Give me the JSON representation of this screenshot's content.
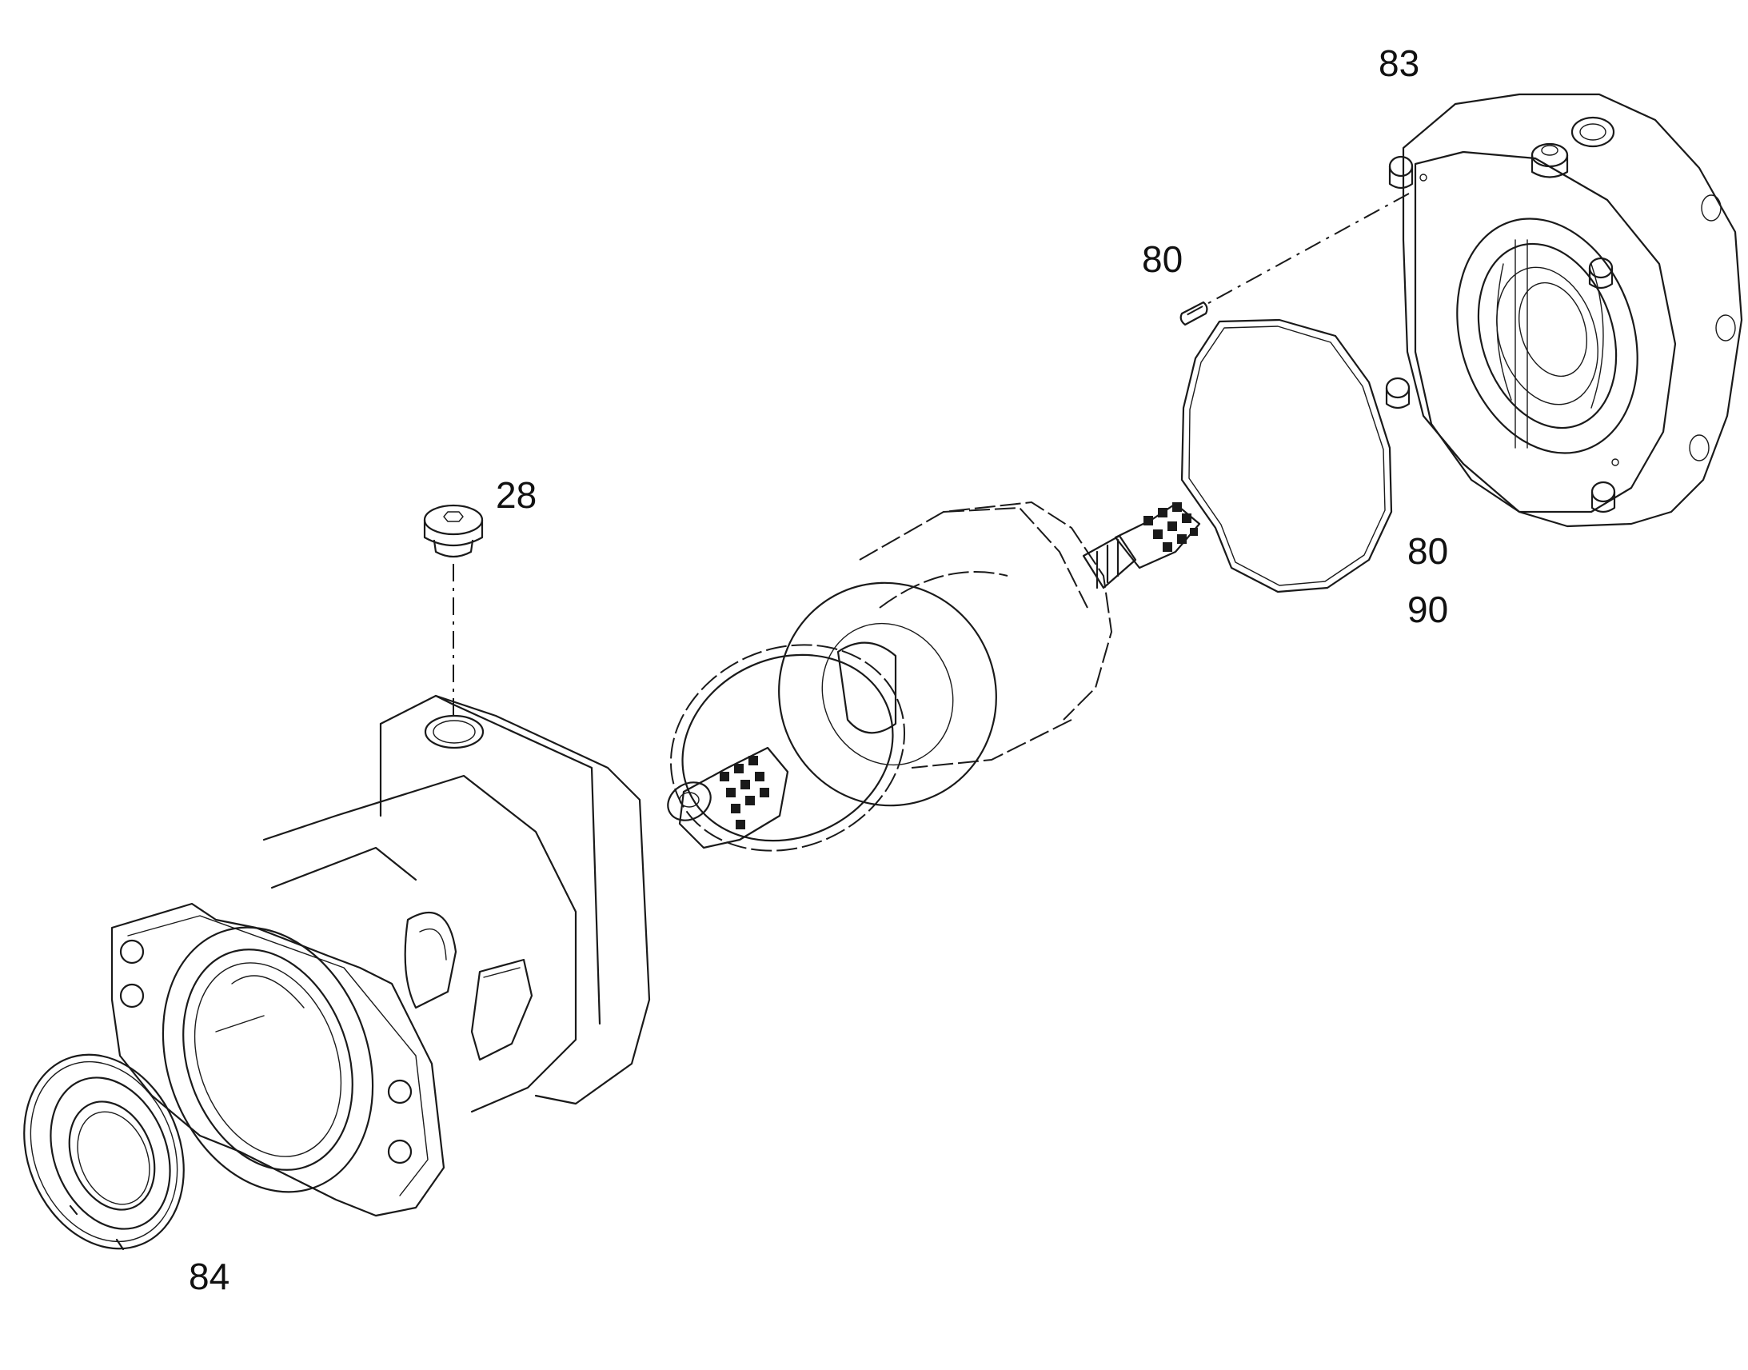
{
  "callouts": {
    "c83": "83",
    "c80_top": "80",
    "c28": "28",
    "c80_mid": "80",
    "c90": "90",
    "c84": "84"
  },
  "colors": {
    "line": "#1a1a1a",
    "background": "#ffffff"
  }
}
